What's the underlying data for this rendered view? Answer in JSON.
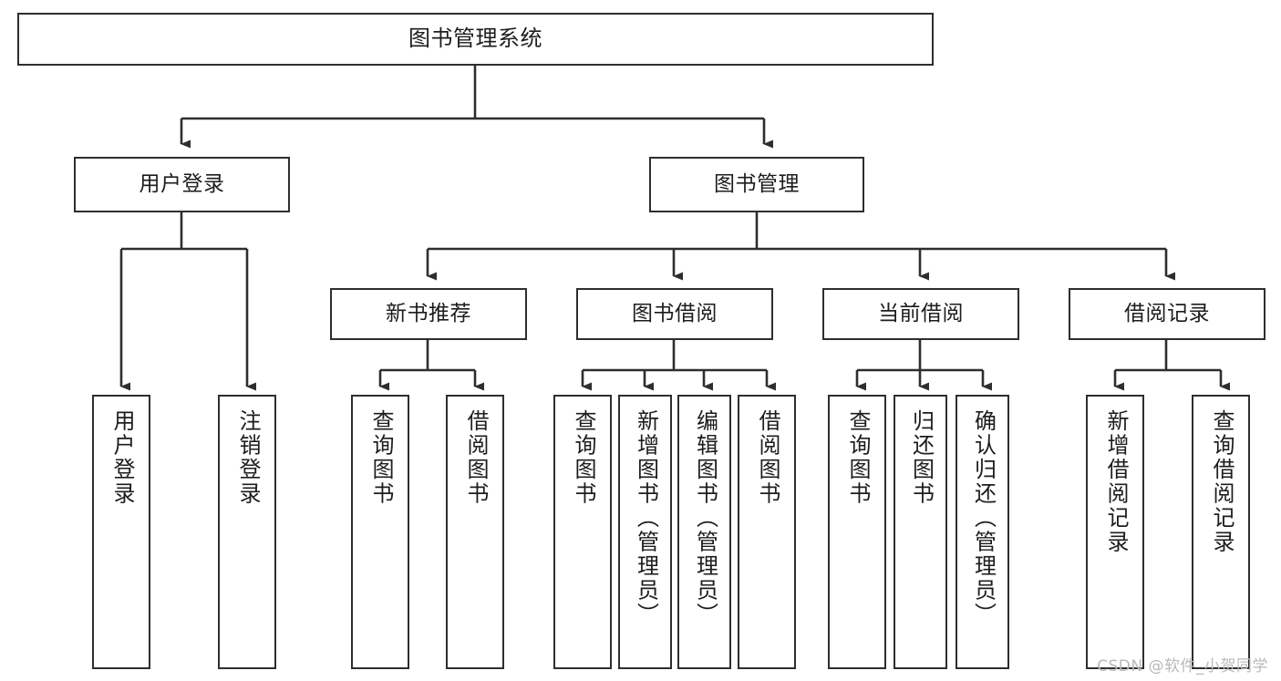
{
  "diagram": {
    "type": "hierarchy-tree",
    "title": "图书管理系统",
    "watermark": "CSDN @软件_小贺同学",
    "colors": {
      "border": "#2e2e2e",
      "background": "#ffffff",
      "text": "#1d1d1d",
      "connector": "#2e2e2e",
      "watermark": "#b9b9b9"
    },
    "nodes": {
      "root": {
        "label": "图书管理系统"
      },
      "level2": [
        {
          "id": "user-login",
          "label": "用户登录"
        },
        {
          "id": "book-management",
          "label": "图书管理"
        }
      ],
      "level3": [
        {
          "id": "new-book-recommend",
          "label": "新书推荐"
        },
        {
          "id": "book-borrow",
          "label": "图书借阅"
        },
        {
          "id": "current-borrow",
          "label": "当前借阅"
        },
        {
          "id": "borrow-record",
          "label": "借阅记录"
        }
      ],
      "leaves": {
        "user-login": [
          {
            "id": "leaf-user-login",
            "label": "用户登录"
          },
          {
            "id": "leaf-logout-login",
            "label": "注销登录"
          }
        ],
        "new-book-recommend": [
          {
            "id": "leaf-query-book-1",
            "label": "查询图书"
          },
          {
            "id": "leaf-borrow-book-1",
            "label": "借阅图书"
          }
        ],
        "book-borrow": [
          {
            "id": "leaf-query-book-2",
            "label": "查询图书"
          },
          {
            "id": "leaf-add-book",
            "label": "新增图书（管理员）"
          },
          {
            "id": "leaf-edit-book",
            "label": "编辑图书（管理员）"
          },
          {
            "id": "leaf-borrow-book-2",
            "label": "借阅图书"
          }
        ],
        "current-borrow": [
          {
            "id": "leaf-query-book-3",
            "label": "查询图书"
          },
          {
            "id": "leaf-return-book",
            "label": "归还图书"
          },
          {
            "id": "leaf-confirm-return",
            "label": "确认归还（管理员）"
          }
        ],
        "borrow-record": [
          {
            "id": "leaf-add-record",
            "label": "新增借阅记录"
          },
          {
            "id": "leaf-query-record",
            "label": "查询借阅记录"
          }
        ]
      }
    }
  }
}
